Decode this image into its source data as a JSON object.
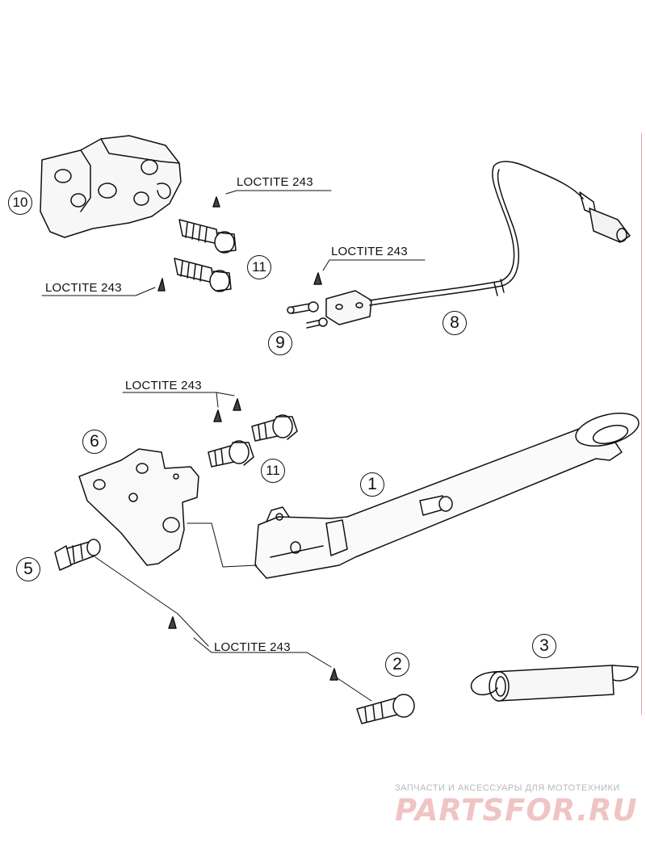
{
  "labels": {
    "loctite_1": "LOCTITE 243",
    "loctite_2": "LOCTITE 243",
    "loctite_3": "LOCTITE 243",
    "loctite_4": "LOCTITE 243",
    "loctite_5": "LOCTITE 243"
  },
  "callouts": {
    "p1": "1",
    "p2": "2",
    "p3": "3",
    "p5": "5",
    "p6": "6",
    "p8": "8",
    "p9": "9",
    "p10": "10",
    "p11a": "11",
    "p11b": "11"
  },
  "watermark": {
    "tagline": "ЗАПЧАСТИ И АКСЕССУАРЫ ДЛЯ МОТОТЕХНИКИ",
    "brand": "PARTSFOR.RU",
    "color": "#f1c4c4"
  }
}
